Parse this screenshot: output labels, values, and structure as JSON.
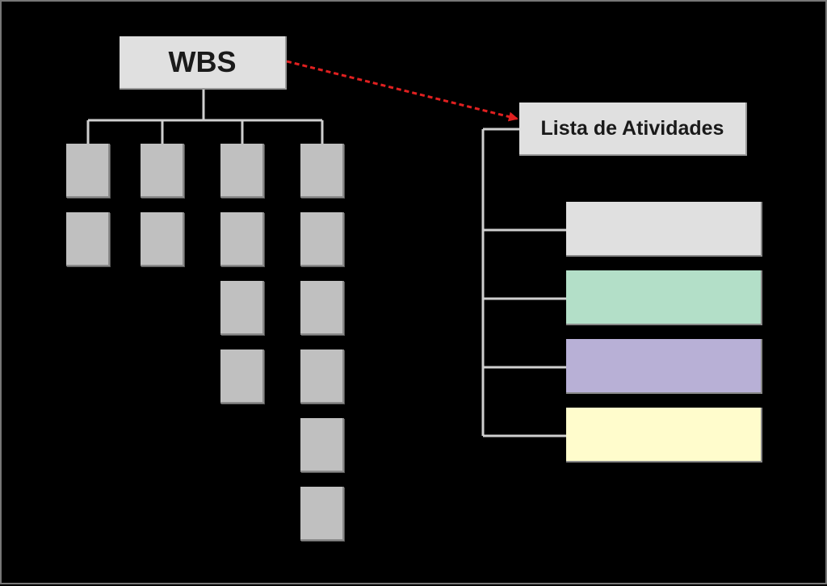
{
  "wbs": {
    "title": "WBS",
    "columns": [
      {
        "boxes": 2
      },
      {
        "boxes": 2
      },
      {
        "boxes": 4
      },
      {
        "boxes": 6
      }
    ]
  },
  "activity_list": {
    "title": "Lista de Atividades",
    "items": [
      {
        "color": "#e0e0e0"
      },
      {
        "color": "#b3dfc8"
      },
      {
        "color": "#b8b0d6"
      },
      {
        "color": "#fffccc"
      }
    ]
  },
  "colors": {
    "background": "#000000",
    "box": "#c0c0c0",
    "title_box": "#e0e0e0",
    "connector": "#cfcfcf",
    "arrow": "#e02020"
  }
}
